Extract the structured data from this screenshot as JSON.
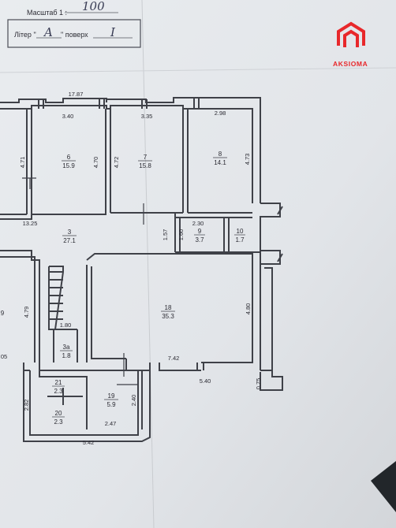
{
  "header": {
    "scale_label": "Масштаб 1 :",
    "scale_value": "100",
    "liter_label": "Літер \"",
    "liter_value": "A",
    "floor_label": "\" поверх",
    "floor_value": "I"
  },
  "brand": {
    "name": "AKSIOMA",
    "color": "#e8282b"
  },
  "rooms": [
    {
      "number": "6",
      "area": "15.9"
    },
    {
      "number": "7",
      "area": "15.8"
    },
    {
      "number": "8",
      "area": "14.1"
    },
    {
      "number": "3",
      "area": "27.1"
    },
    {
      "number": "9",
      "area": "3.7"
    },
    {
      "number": "10",
      "area": "1.7"
    },
    {
      "number": "18",
      "area": "35.3"
    },
    {
      "number": "3а",
      "area": "1.8"
    },
    {
      "number": "21",
      "area": "2.3"
    },
    {
      "number": "20",
      "area": "2.3"
    },
    {
      "number": "19",
      "area": "5.9"
    },
    {
      "number": "",
      "area": "9"
    }
  ],
  "dimensions": [
    "17.87",
    "3.40",
    "3.35",
    "2.98",
    "4.71",
    "4.70",
    "4.72",
    "4.73",
    "13.25",
    "2.30",
    "1.57",
    "1.60",
    "4.79",
    "4.80",
    "1.80",
    "05",
    "7.42",
    "5.40",
    "0.75",
    "2.82",
    "2.40",
    "2.47",
    "5.42"
  ]
}
